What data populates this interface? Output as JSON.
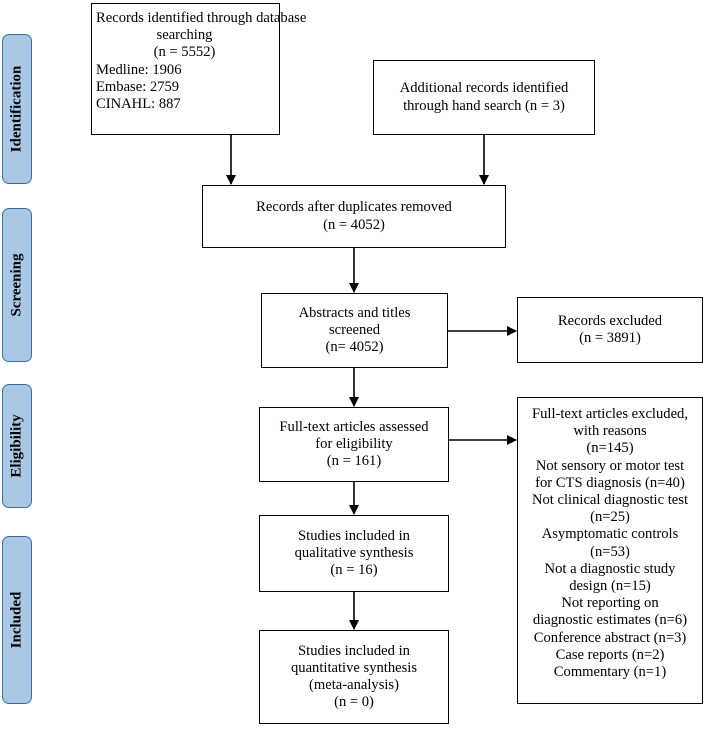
{
  "stages": {
    "identification": "Identification",
    "screening": "Screening",
    "eligibility": "Eligibility",
    "included": "Included"
  },
  "boxes": {
    "database_search": {
      "line1": "Records identified through database",
      "line2": "searching",
      "line3": "(n = 5552)",
      "medline": "Medline: 1906",
      "embase": "Embase: 2759",
      "cinahl": "CINAHL:  887"
    },
    "hand_search": {
      "line1": "Additional records identified",
      "line2": "through hand search (n = 3)"
    },
    "duplicates_removed": {
      "line1": "Records after duplicates removed",
      "line2": "(n = 4052)"
    },
    "abstracts_screened": {
      "line1": "Abstracts and titles",
      "line2": "screened",
      "line3": "(n= 4052)"
    },
    "records_excluded": {
      "line1": "Records excluded",
      "line2": "(n = 3891)"
    },
    "fulltext_assessed": {
      "line1": "Full-text articles assessed",
      "line2": "for eligibility",
      "line3": "(n = 161)"
    },
    "fulltext_excluded": {
      "lines": [
        "Full-text articles excluded,",
        "with reasons",
        "(n=145)",
        "Not sensory or motor test",
        "for CTS diagnosis (n=40)",
        "Not clinical diagnostic test",
        "(n=25)",
        "Asymptomatic controls",
        "(n=53)",
        "Not a diagnostic study",
        "design (n=15)",
        "Not reporting on",
        "diagnostic estimates (n=6)",
        "Conference abstract (n=3)",
        "Case reports (n=2)",
        "Commentary (n=1)"
      ]
    },
    "qualitative": {
      "line1": "Studies included in",
      "line2": "qualitative synthesis",
      "line3": "(n = 16)"
    },
    "quantitative": {
      "line1": "Studies included in",
      "line2": "quantitative synthesis",
      "line3": "(meta-analysis)",
      "line4": "(n = 0)"
    }
  },
  "colors": {
    "stage_fill": "#a9c8e6",
    "stage_border": "#3f6f9e",
    "box_border": "#000000"
  }
}
